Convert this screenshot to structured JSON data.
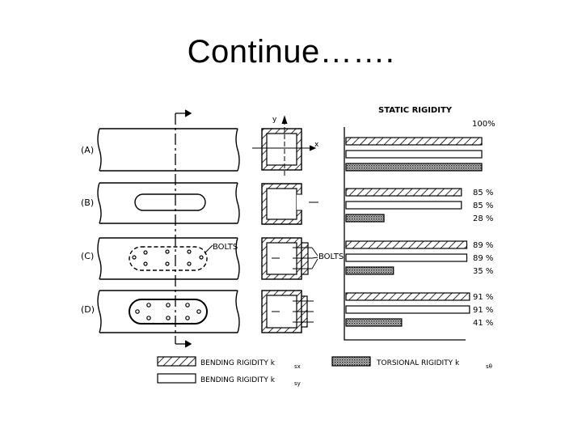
{
  "slide": {
    "title": "Continue……."
  },
  "figure": {
    "chart_title": "STATIC RIGIDITY",
    "rows": [
      {
        "label": "(A)",
        "bars": [
          {
            "type": "bending_x",
            "value": 100
          },
          {
            "type": "bending_y",
            "value": 100
          },
          {
            "type": "torsional",
            "value": 100
          }
        ],
        "labels": [
          "100%"
        ]
      },
      {
        "label": "(B)",
        "bars": [
          {
            "type": "bending_x",
            "value": 85
          },
          {
            "type": "bending_y",
            "value": 85
          },
          {
            "type": "torsional",
            "value": 28
          }
        ],
        "labels": [
          "85 %",
          "85 %",
          "28 %"
        ]
      },
      {
        "label": "(C)",
        "bars": [
          {
            "type": "bending_x",
            "value": 89
          },
          {
            "type": "bending_y",
            "value": 89
          },
          {
            "type": "torsional",
            "value": 35
          }
        ],
        "labels": [
          "89 %",
          "89 %",
          "35 %"
        ]
      },
      {
        "label": "(D)",
        "bars": [
          {
            "type": "bending_x",
            "value": 91
          },
          {
            "type": "bending_y",
            "value": 91
          },
          {
            "type": "torsional",
            "value": 41
          }
        ],
        "labels": [
          "91 %",
          "91 %",
          "41 %"
        ]
      }
    ],
    "annotations": {
      "bolts_left": "BOLTS",
      "bolts_right": "BOLTS",
      "axis_y": "y",
      "axis_x": "x"
    },
    "legend": {
      "bending_x": "BENDING  RIGIDITY  k",
      "bending_x_sub": "sx",
      "bending_y": "BENDING  RIGIDITY  k",
      "bending_y_sub": "sy",
      "torsional": "TORSIONAL  RIGIDITY  k",
      "torsional_sub": "sθ"
    }
  }
}
